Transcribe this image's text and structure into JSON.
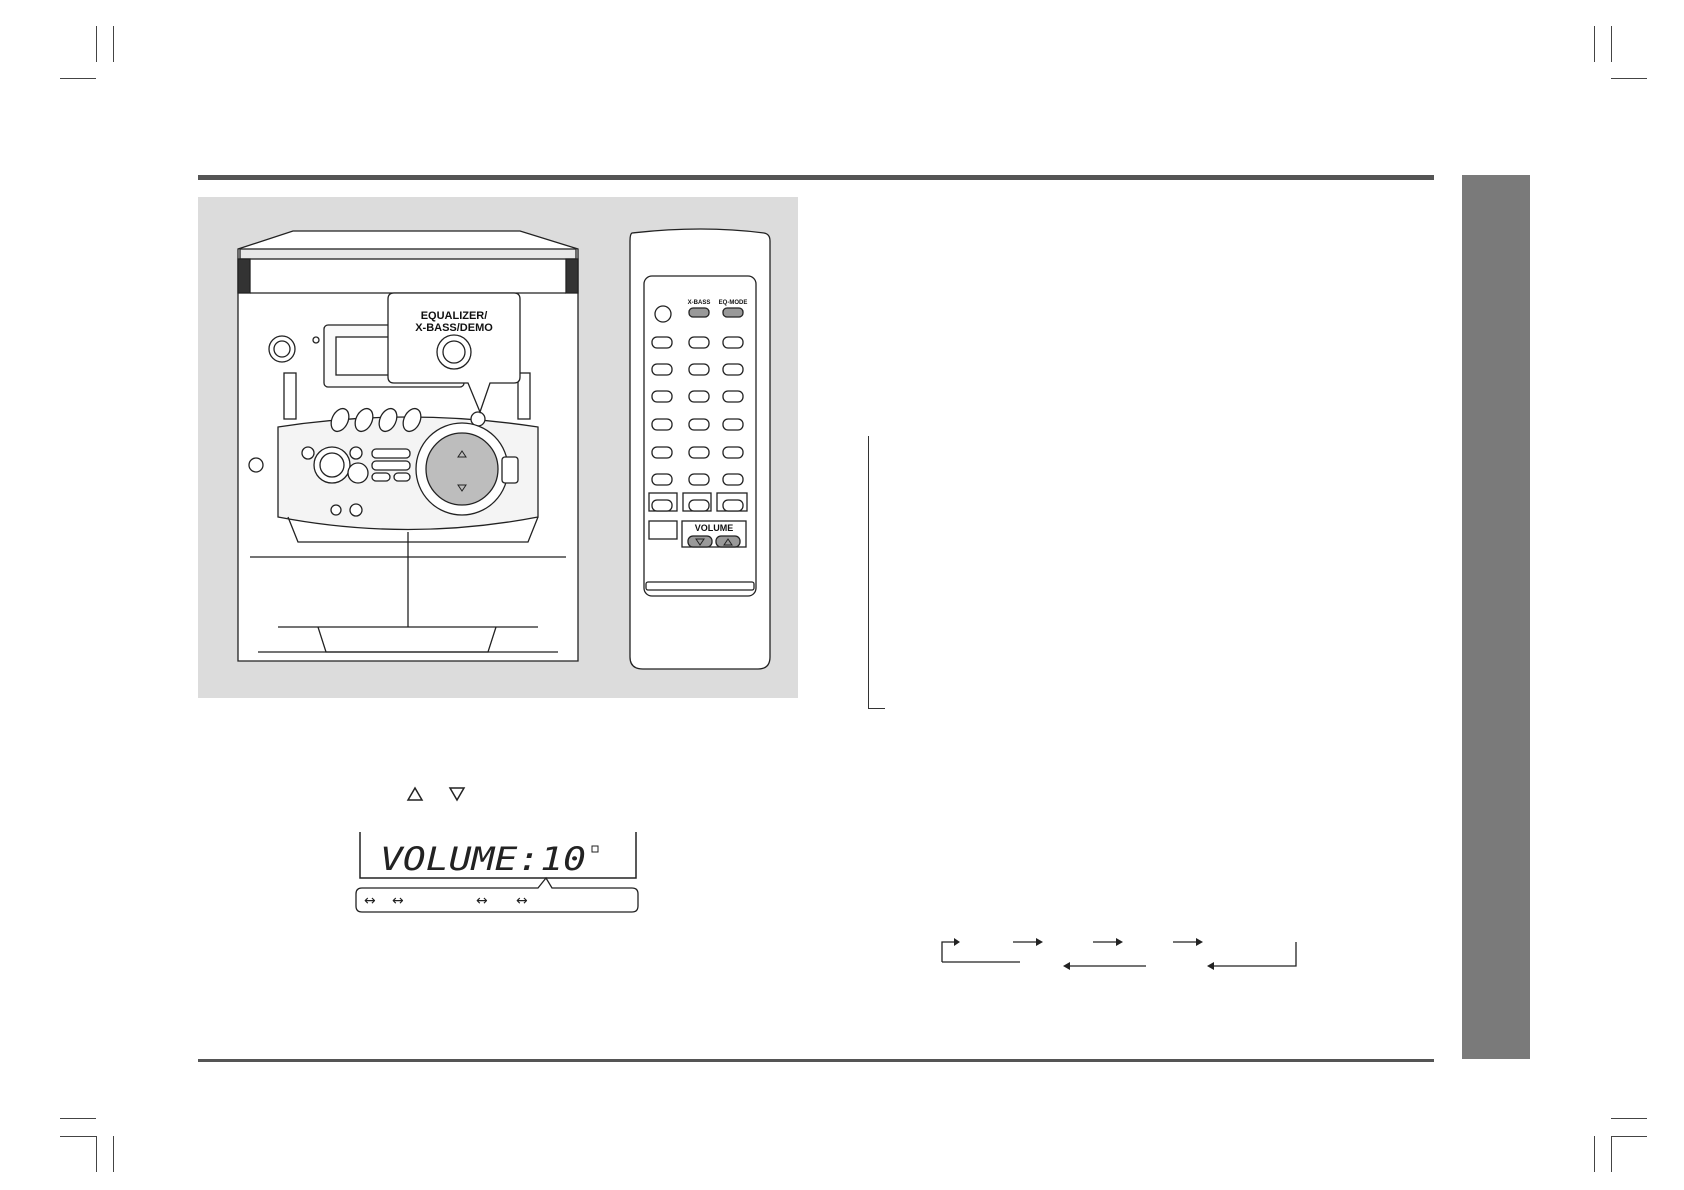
{
  "unit_illustration": {
    "callout_label_line1": "EQUALIZER/",
    "callout_label_line2": "X-BASS/DEMO",
    "icons": [
      "equalizer-xbass-demo-button-icon",
      "volume-knob-icon",
      "volume-up-arrow-icon",
      "volume-down-arrow-icon"
    ]
  },
  "remote_illustration": {
    "xbass_label": "X-BASS",
    "eqmode_label": "EQ-MODE",
    "volume_label": "VOLUME",
    "icons": [
      "volume-down-button-icon",
      "volume-up-button-icon"
    ]
  },
  "volume_section": {
    "up_icon": "triangle-up-icon",
    "down_icon": "triangle-down-icon",
    "display_text": "VOLUME:10"
  },
  "colors": {
    "rule": "#555555",
    "side_tab": "#7a7a7a",
    "panel": "#dcdcdc"
  }
}
